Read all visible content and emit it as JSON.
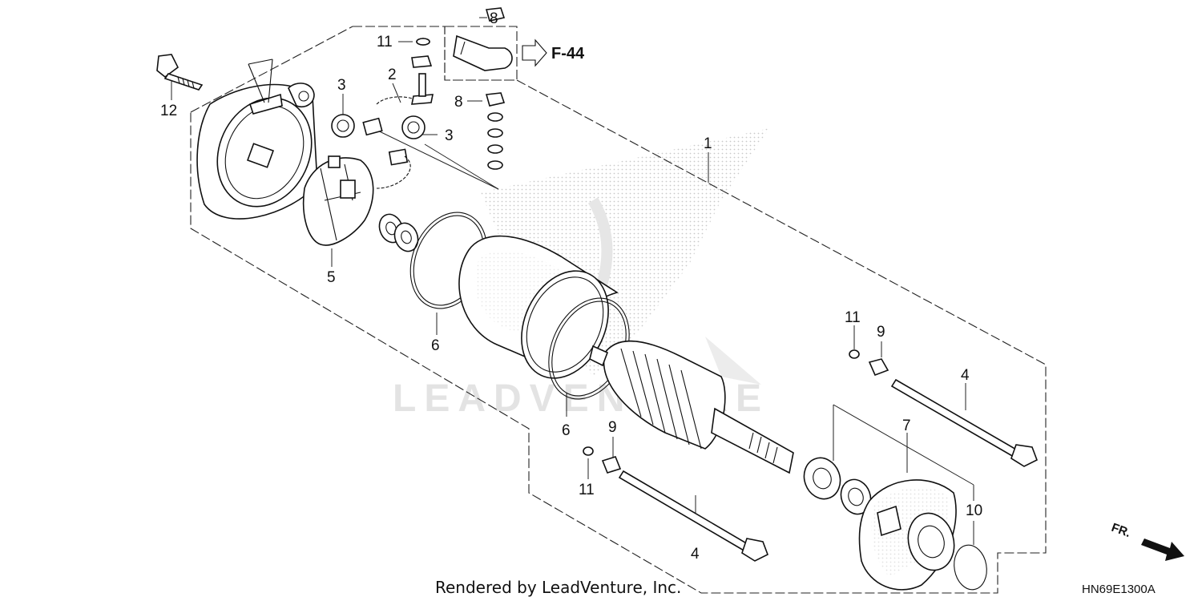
{
  "diagram": {
    "watermark": "LEADVENTURE",
    "footer": "Rendered by LeadVenture, Inc.",
    "diagram_code": "HN69E1300A",
    "reference": "F-44",
    "front_indicator": "FR.",
    "callouts": {
      "c1": "1",
      "c2": "2",
      "c3a": "3",
      "c3b": "3",
      "c4a": "4",
      "c4b": "4",
      "c5": "5",
      "c6a": "6",
      "c6b": "6",
      "c7": "7",
      "c8a": "8",
      "c8b": "8",
      "c9a": "9",
      "c9b": "9",
      "c10": "10",
      "c11a": "11",
      "c11b": "11",
      "c11c": "11",
      "c12": "12"
    }
  }
}
